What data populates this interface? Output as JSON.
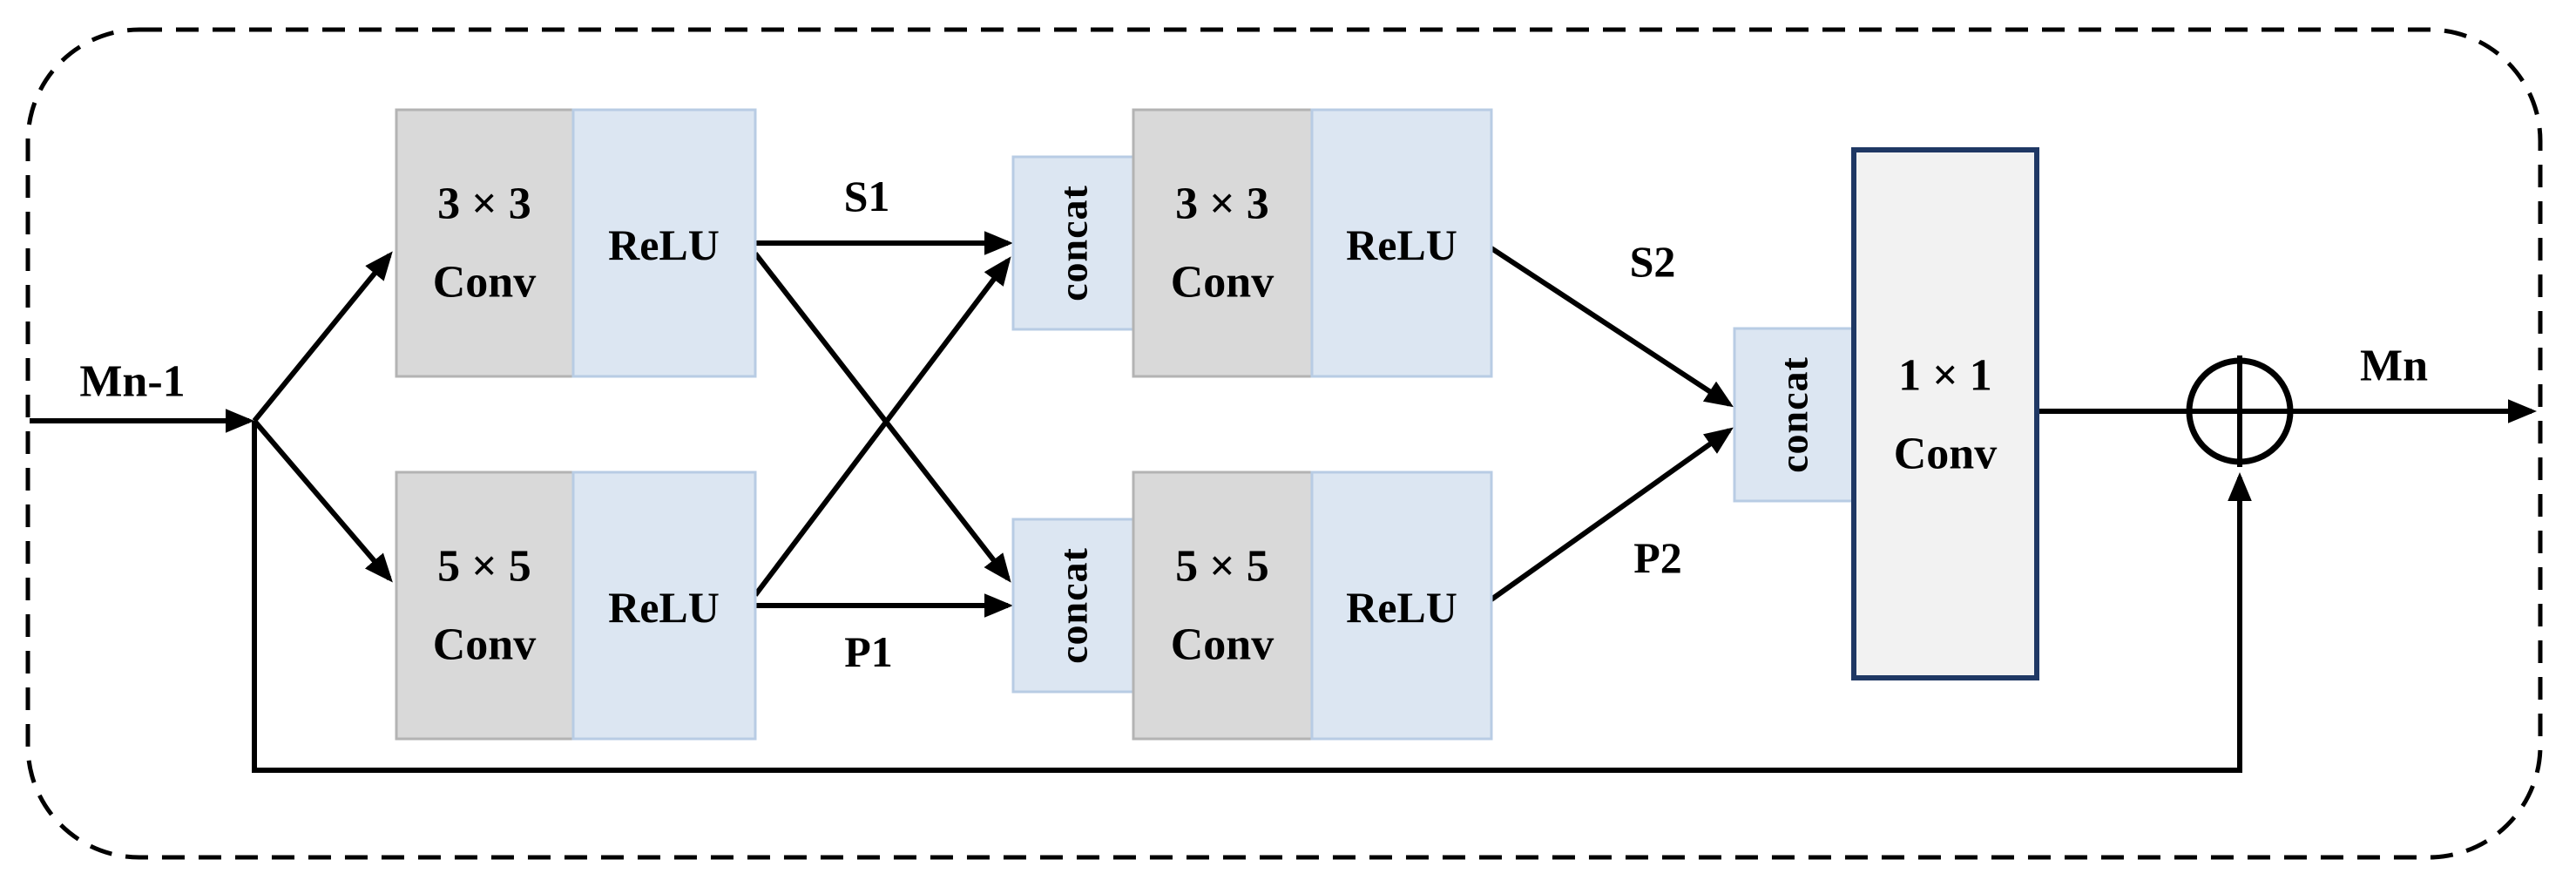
{
  "colors": {
    "line_color": "#000000",
    "conv_fill": "#d9d9d9",
    "conv_border": "#b3b3b3",
    "relu_fill": "#dce6f2",
    "relu_border": "#b8cce4",
    "concat_fill": "#dce6f2",
    "concat_border": "#b8cce4",
    "conv1x1_fill": "#f2f2f2",
    "conv1x1_border": "#1f3864"
  },
  "nodes": {
    "stage1_top_conv": {
      "line1": "3 × 3",
      "line2": "Conv"
    },
    "stage1_top_relu": {
      "label": "ReLU"
    },
    "stage1_bottom_conv": {
      "line1": "5 × 5",
      "line2": "Conv"
    },
    "stage1_bottom_relu": {
      "label": "ReLU"
    },
    "concat_top": {
      "label": "concat"
    },
    "concat_bottom": {
      "label": "concat"
    },
    "stage2_top_conv": {
      "line1": "3 × 3",
      "line2": "Conv"
    },
    "stage2_top_relu": {
      "label": "ReLU"
    },
    "stage2_bottom_conv": {
      "line1": "5 × 5",
      "line2": "Conv"
    },
    "stage2_bottom_relu": {
      "label": "ReLU"
    },
    "concat_final": {
      "label": "concat"
    },
    "conv_1x1": {
      "line1": "1 × 1",
      "line2": "Conv"
    }
  },
  "edges": {
    "input_label": "Mn-1",
    "output_label": "Mn",
    "s1": "S1",
    "p1": "P1",
    "s2": "S2",
    "p2": "P2"
  }
}
